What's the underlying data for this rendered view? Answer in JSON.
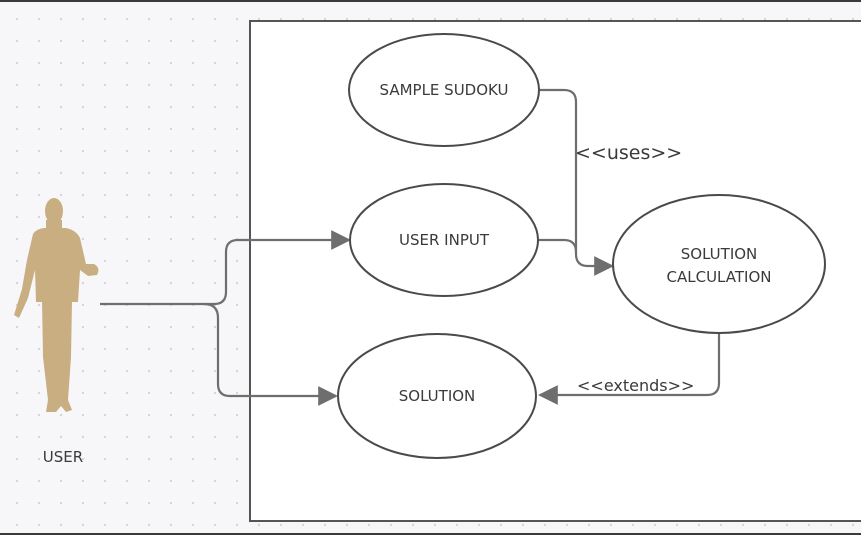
{
  "colors": {
    "line": "#6e6e6e",
    "shape_stroke": "#4a4a4a",
    "boundary": "#555555",
    "actor_fill": "#c9ae82",
    "text": "#3a3a3a"
  },
  "actor": {
    "label": "USER",
    "icon": "person-silhouette-icon"
  },
  "use_cases": {
    "sample_sudoku": "SAMPLE SUDOKU",
    "user_input": "USER INPUT",
    "solution": "SOLUTION",
    "solution_calculation_line1": "SOLUTION",
    "solution_calculation_line2": "CALCULATION"
  },
  "relations": {
    "uses": "<<uses>>",
    "extends": "<<extends>>"
  }
}
